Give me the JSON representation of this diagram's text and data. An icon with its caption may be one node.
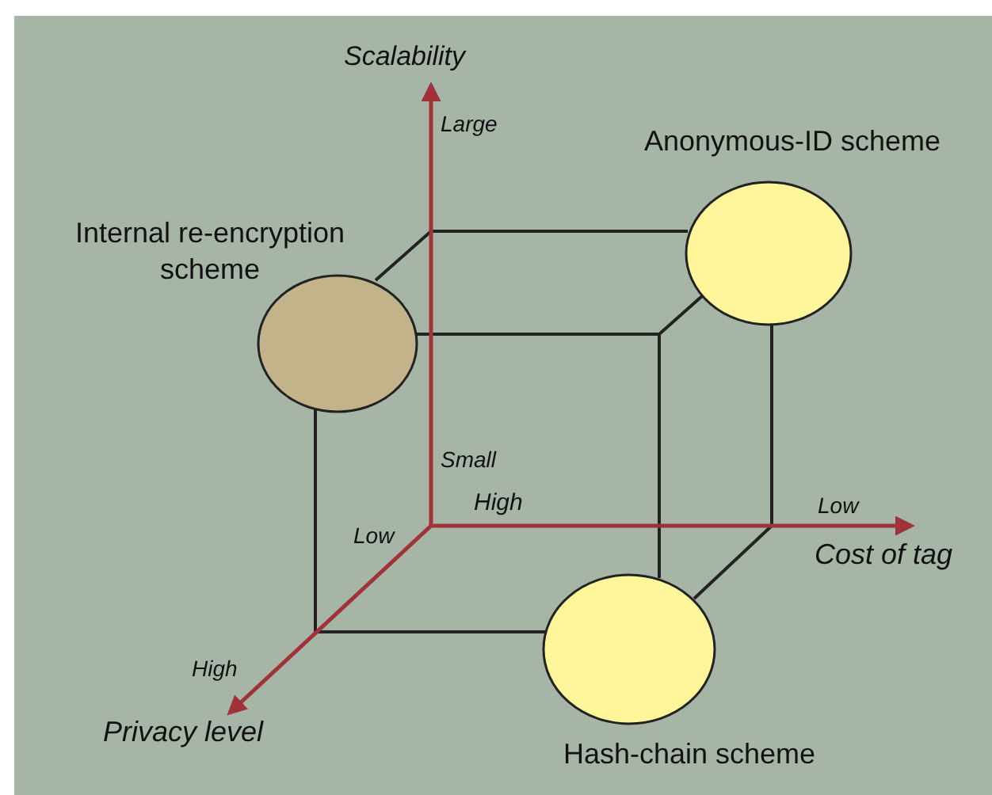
{
  "diagram": {
    "nodes": [
      {
        "text": [
          "Internal re-encryption scheme"
        ]
      },
      {
        "text": [
          "Anonymous-ID scheme"
        ]
      },
      {
        "text": [
          "Hash-chain scheme"
        ]
      }
    ],
    "labels": [
      "Scalability",
      "Large",
      "Small",
      "High",
      "Low",
      "Low",
      "Cost of tag",
      "High",
      "Privacy level"
    ]
  }
}
